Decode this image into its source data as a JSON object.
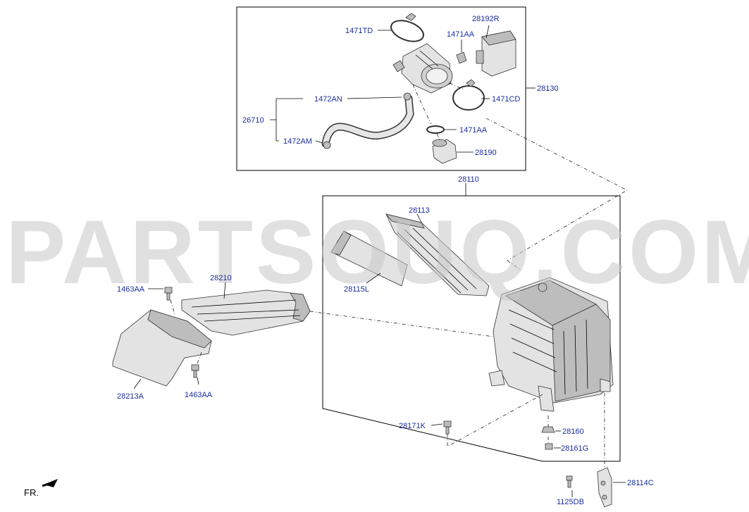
{
  "watermark": "PARTSOUQ.COM",
  "orientation_label": "FR.",
  "callouts": {
    "c1471TD": "1471TD",
    "c28192R": "28192R",
    "c1471AA_top": "1471AA",
    "c28130": "28130",
    "c1472AN": "1472AN",
    "c1471CD": "1471CD",
    "c26710": "26710",
    "c1471AA_mid": "1471AA",
    "c1472AM": "1472AM",
    "c28190": "28190",
    "c28110": "28110",
    "c28113": "28113",
    "c28115L": "28115L",
    "c28210": "28210",
    "c1463AA_top": "1463AA",
    "c28213A": "28213A",
    "c1463AA_bot": "1463AA",
    "c28171K": "28171K",
    "c28160": "28160",
    "c28161G": "28161G",
    "c28114C": "28114C",
    "c1125DB": "1125DB"
  }
}
